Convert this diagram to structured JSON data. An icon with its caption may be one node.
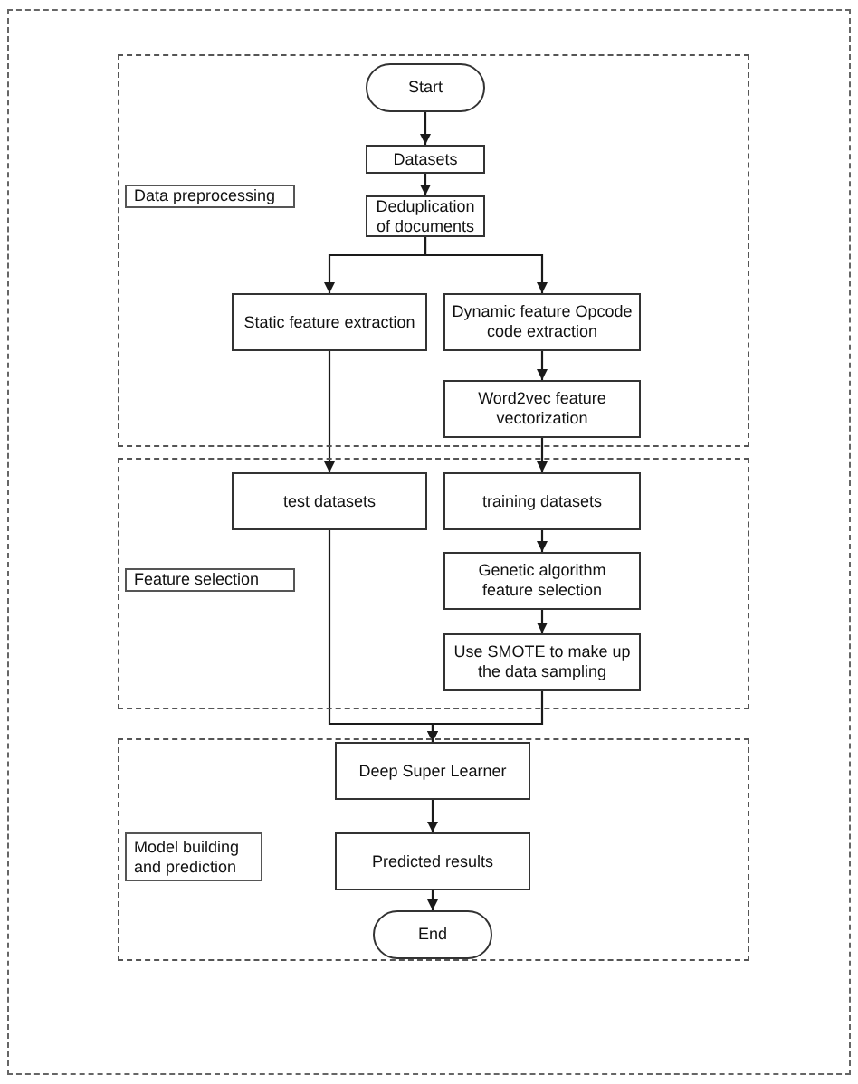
{
  "diagram": {
    "nodes": [
      {
        "text": [],
        "shape": "box"
      },
      {
        "text": [],
        "shape": "box",
        "in": 0
      },
      {
        "text": [
          "Start"
        ],
        "in": 1
      },
      {
        "text": [
          "Datasets"
        ],
        "in": 1
      },
      {
        "text": [
          "Data preprocessing"
        ],
        "in": 1
      },
      {
        "text": [
          "Deduplication of documents"
        ],
        "in": 1
      },
      {
        "text": [
          "Static feature extraction"
        ],
        "in": 1
      },
      {
        "text": [
          "Dynamic feature Opcode code extraction"
        ],
        "in": 1
      },
      {
        "text": [
          "Word2vec feature vectorization"
        ],
        "in": 1
      },
      {
        "text": [],
        "shape": "box",
        "in": 0
      },
      {
        "text": [
          "test datasets"
        ],
        "in": 9
      },
      {
        "text": [
          "training datasets"
        ],
        "in": 9
      },
      {
        "text": [
          "Feature selection"
        ],
        "in": 9
      },
      {
        "text": [
          "Genetic algorithm feature selection"
        ],
        "in": 9
      },
      {
        "text": [
          "Use SMOTE to make up the data sampling"
        ],
        "in": 9
      },
      {
        "text": [],
        "shape": "box",
        "in": 0
      },
      {
        "text": [
          "Deep Super Learner"
        ],
        "in": 15
      },
      {
        "text": [
          "Model building and prediction"
        ],
        "in": 15
      },
      {
        "text": [
          "Predicted results"
        ],
        "in": 15
      },
      {
        "text": [
          "End"
        ],
        "in": 15
      }
    ],
    "edges": [
      {
        "from": 2,
        "to": 3,
        "arrow": "to"
      },
      {
        "from": 3,
        "to": 5,
        "arrow": "to"
      },
      {
        "from": 5,
        "to": 6,
        "arrow": "to"
      },
      {
        "from": 5,
        "to": 7,
        "arrow": "to"
      },
      {
        "from": 7,
        "to": 8,
        "arrow": "to"
      },
      {
        "from": 6,
        "to": 10,
        "arrow": "to"
      },
      {
        "from": 8,
        "to": 11,
        "arrow": "to"
      },
      {
        "from": 11,
        "to": 13,
        "arrow": "to"
      },
      {
        "from": 13,
        "to": 14,
        "arrow": "to"
      },
      {
        "from": 10,
        "to": 16,
        "arrow": "to"
      },
      {
        "from": 14,
        "to": 16,
        "arrow": "to"
      },
      {
        "from": 16,
        "to": 18,
        "arrow": "to"
      },
      {
        "from": 18,
        "to": 19,
        "arrow": "to"
      }
    ]
  }
}
